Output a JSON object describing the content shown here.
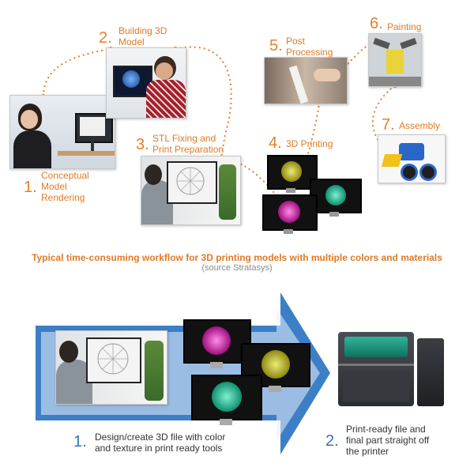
{
  "top_steps": [
    {
      "num": "1.",
      "label": [
        "Conceptual",
        "Model",
        "Rendering"
      ]
    },
    {
      "num": "2.",
      "label": [
        "Building 3D",
        "Model"
      ]
    },
    {
      "num": "3.",
      "label": [
        "STL Fixing and",
        "Print Preparation"
      ]
    },
    {
      "num": "4.",
      "label": [
        "3D Printing"
      ]
    },
    {
      "num": "5.",
      "label": [
        "Post",
        "Processing"
      ]
    },
    {
      "num": "6.",
      "label": [
        "Painting"
      ]
    },
    {
      "num": "7.",
      "label": [
        "Assembly"
      ]
    }
  ],
  "caption": {
    "title": "Typical time-consuming workflow for 3D printing models with multiple colors and materials",
    "source": "(source Stratasys)"
  },
  "bottom_steps": [
    {
      "num": "1.",
      "label": [
        "Design/create 3D file with color",
        "and texture in print ready tools"
      ]
    },
    {
      "num": "2.",
      "label": [
        "Print-ready file and",
        "final part straight off",
        "the printer"
      ]
    }
  ],
  "colors": {
    "accent": "#e87f27",
    "arrow": "#3c7fc7",
    "magenta": "#c0209a",
    "yellow": "#c9c31e",
    "green": "#1fb08a"
  }
}
